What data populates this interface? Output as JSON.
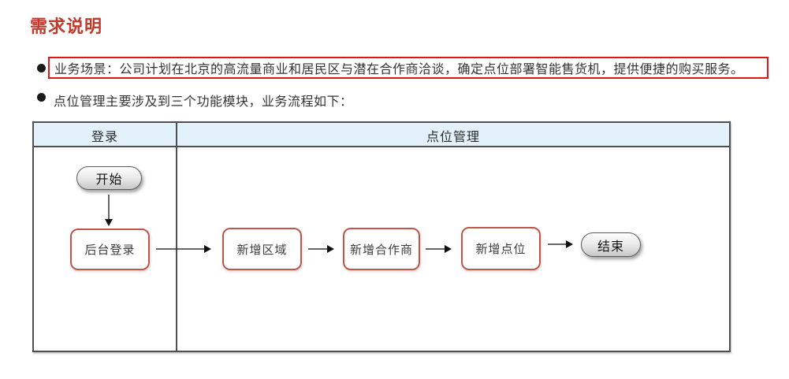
{
  "page": {
    "title": "需求说明",
    "title_color": "#bf3a2b",
    "background": "#ffffff"
  },
  "bullets": [
    {
      "marker": "filled-circle",
      "text": "业务场景：公司计划在北京的高流量商业和居民区与潜在合作商洽谈，确定点位部署智能售货机，提供便捷的购买服务。",
      "highlighted": true,
      "highlight_border_color": "#e01515"
    },
    {
      "marker": "filled-circle",
      "text": "点位管理主要涉及到三个功能模块，业务流程如下：",
      "highlighted": false
    }
  ],
  "diagram": {
    "type": "swimlane-flowchart",
    "header_bg": "#e3f1fb",
    "border_color": "#4f4f4f",
    "process_border_color": "#c0564a",
    "lanes": [
      {
        "label": "登录"
      },
      {
        "label": "点位管理"
      }
    ],
    "nodes": [
      {
        "id": "start",
        "label": "开始",
        "type": "terminator",
        "lane": "登录"
      },
      {
        "id": "backend-login",
        "label": "后台登录",
        "type": "process",
        "lane": "登录"
      },
      {
        "id": "add-region",
        "label": "新增区域",
        "type": "process",
        "lane": "点位管理"
      },
      {
        "id": "add-partner",
        "label": "新增合作商",
        "type": "process",
        "lane": "点位管理"
      },
      {
        "id": "add-point",
        "label": "新增点位",
        "type": "process",
        "lane": "点位管理"
      },
      {
        "id": "end",
        "label": "结束",
        "type": "terminator",
        "lane": "点位管理"
      }
    ],
    "edges": [
      {
        "from": "start",
        "to": "backend-login"
      },
      {
        "from": "backend-login",
        "to": "add-region"
      },
      {
        "from": "add-region",
        "to": "add-partner"
      },
      {
        "from": "add-partner",
        "to": "add-point"
      },
      {
        "from": "add-point",
        "to": "end"
      }
    ]
  }
}
